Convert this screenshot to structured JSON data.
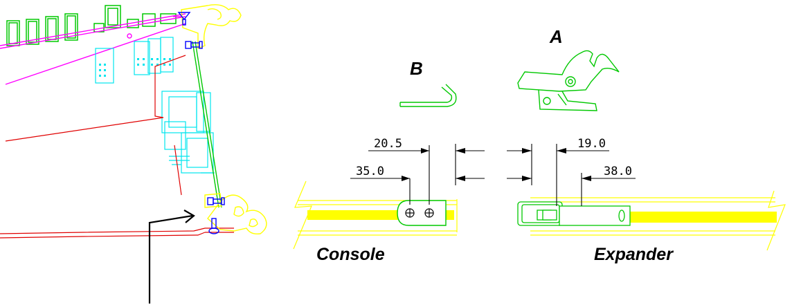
{
  "labels": {
    "A": "A",
    "B": "B",
    "console": "Console",
    "expander": "Expander"
  },
  "dimensions": {
    "d1": "20.5",
    "d2": "35.0",
    "d3": "19.0",
    "d4": "38.0"
  },
  "colors": {
    "green": "#00c800",
    "yellow": "#ffff00",
    "magenta": "#ff00ff",
    "cyan": "#00e5ee",
    "red": "#e00000",
    "blue": "#0000ff",
    "black": "#000000"
  }
}
